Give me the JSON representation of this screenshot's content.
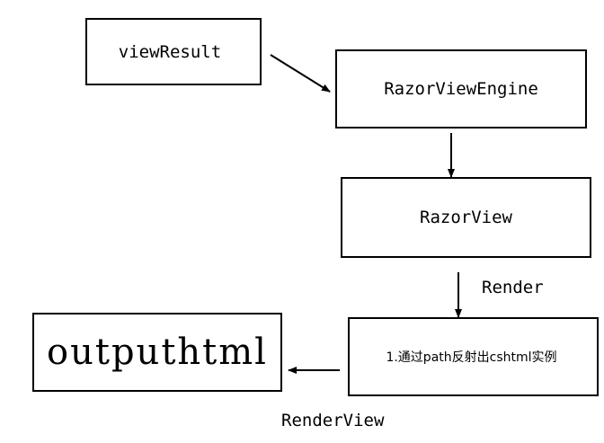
{
  "nodes": {
    "view_result": "viewResult",
    "razor_view_engine": "RazorViewEngine",
    "razor_view": "RazorView",
    "reflect_step": "1.通过path反射出cshtml实例",
    "output": "outputhtml"
  },
  "edges": {
    "render": "Render",
    "render_view": "RenderView"
  },
  "colors": {
    "line": "#000000",
    "background": "#ffffff"
  }
}
